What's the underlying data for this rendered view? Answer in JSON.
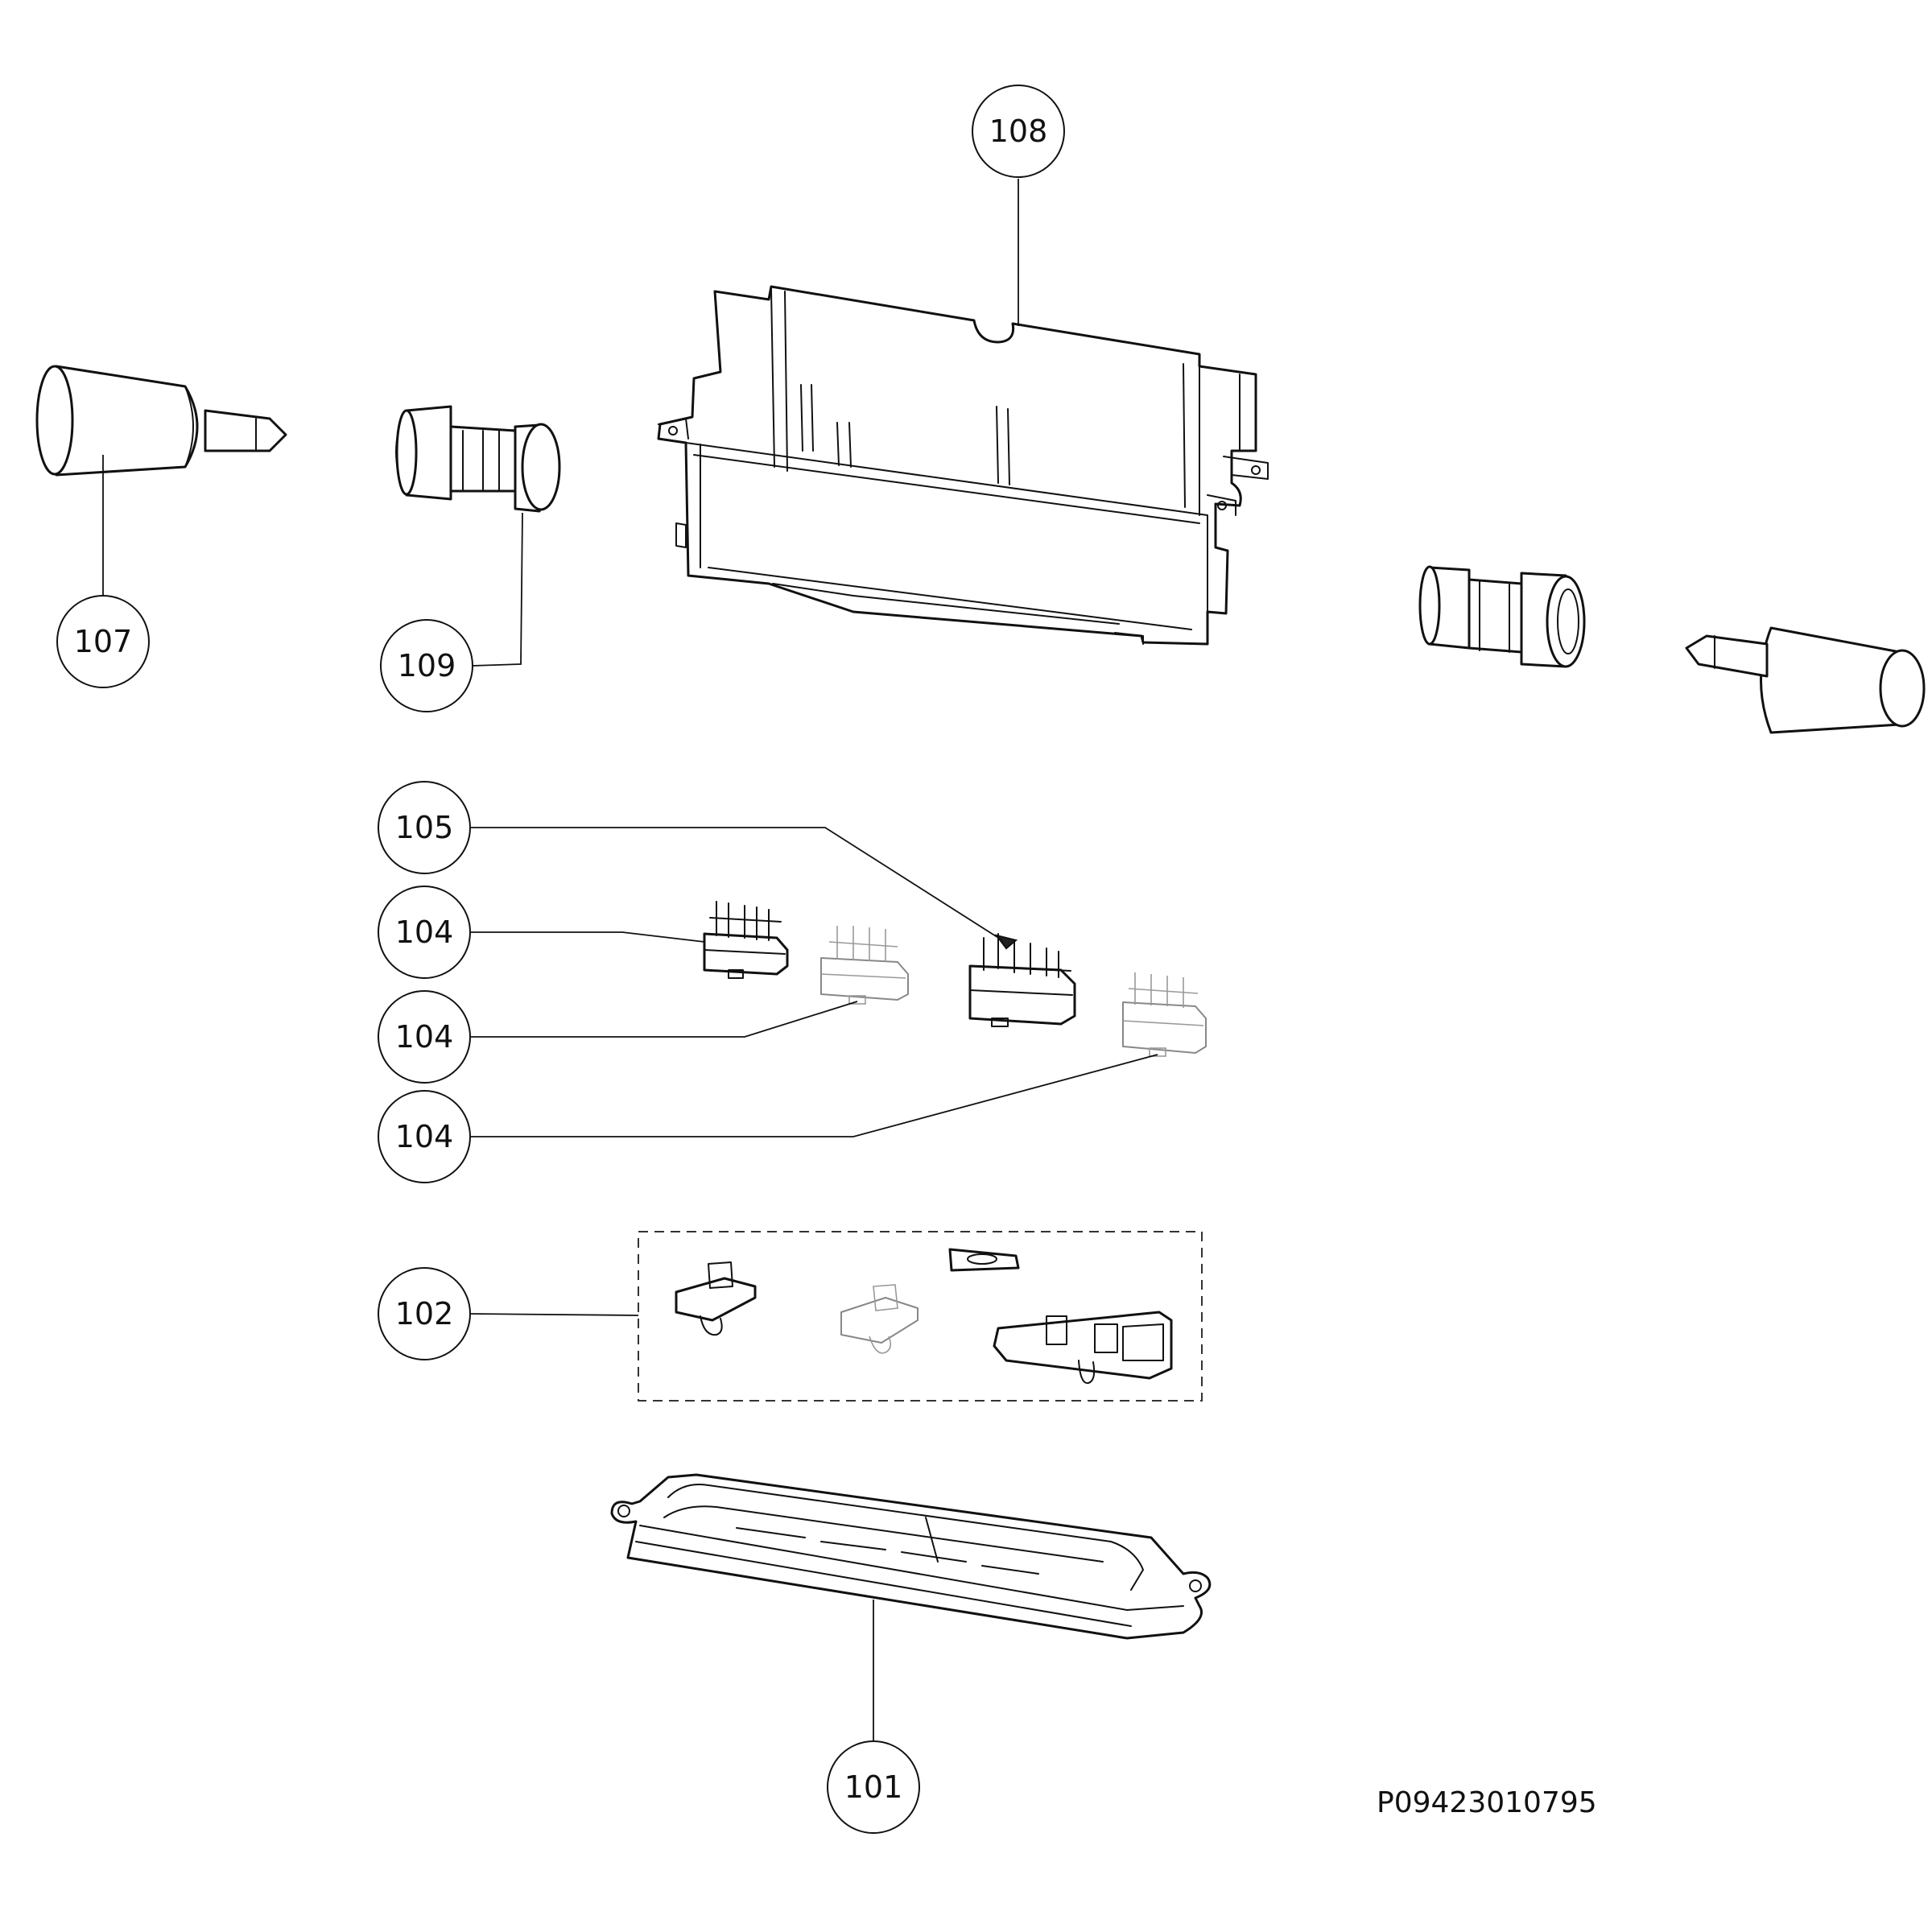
{
  "callouts": {
    "c107": "107",
    "c108": "108",
    "c109": "109",
    "c105": "105",
    "c104a": "104",
    "c104b": "104",
    "c104c": "104",
    "c102": "102",
    "c101": "101"
  },
  "document_code": "P09423010795"
}
